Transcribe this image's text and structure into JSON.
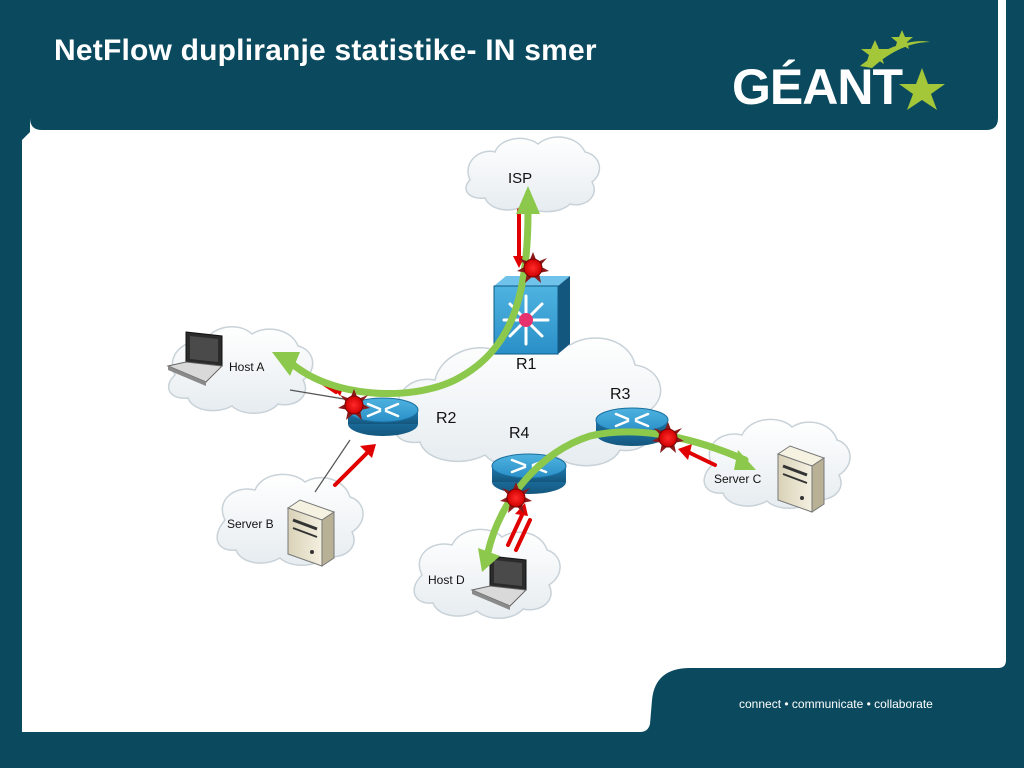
{
  "slide": {
    "title": "NetFlow dupliranje statistike- IN smer",
    "footer": "connect • communicate • collaborate"
  },
  "logo": {
    "text": "GÉANT",
    "icon": "star-logo-icon"
  },
  "diagram": {
    "clouds": {
      "isp": "ISP",
      "host_a": "Host A",
      "server_b": "Server B",
      "host_d": "Host D",
      "server_c": "Server C"
    },
    "routers": {
      "r1": "R1",
      "r2": "R2",
      "r3": "R3",
      "r4": "R4"
    }
  },
  "colors": {
    "background": "#0b4a5e",
    "panel": "#ffffff",
    "flow_arrow": "#8cc84b",
    "traffic_arrow": "#e00000",
    "router": "#2a8fc7",
    "logo_star": "#a4c639"
  }
}
